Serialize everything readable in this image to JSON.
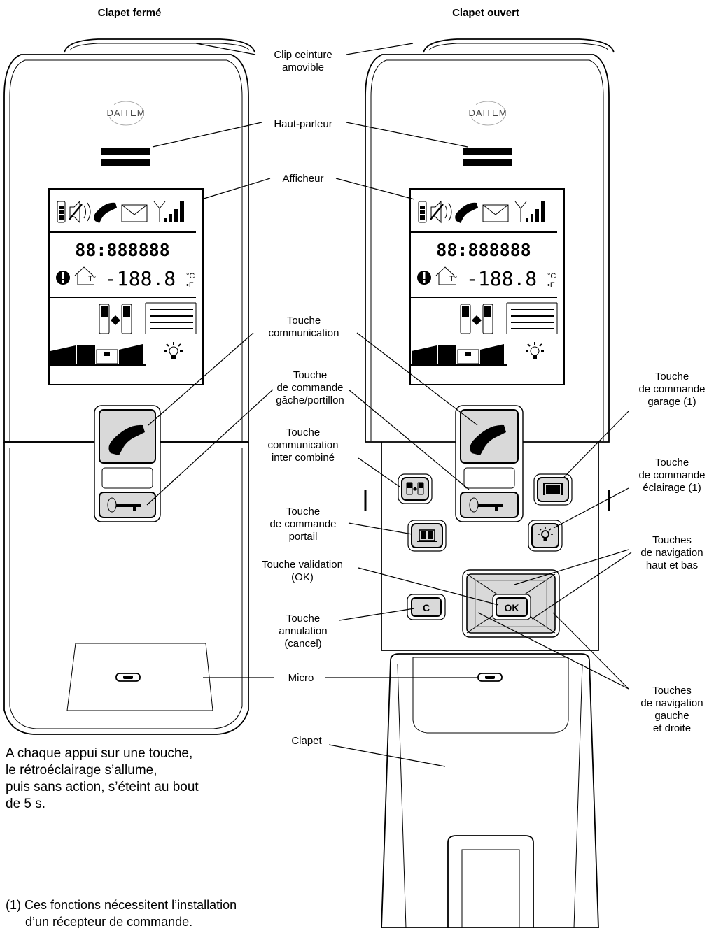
{
  "titles": {
    "closed": "Clapet fermé",
    "open": "Clapet ouvert"
  },
  "brand": "DAITEM",
  "display": {
    "digits": "88:888888",
    "temperature": "-188.8",
    "unit_c": "°C",
    "unit_f": "•F",
    "house_label": "T°"
  },
  "keys": {
    "ok": "OK",
    "cancel": "C"
  },
  "labels": {
    "clip": [
      "Clip ceinture",
      "amovible"
    ],
    "speaker": [
      "Haut-parleur"
    ],
    "display": [
      "Afficheur"
    ],
    "communication": [
      "Touche",
      "communication"
    ],
    "latch": [
      "Touche",
      "de commande",
      "gâche/portillon"
    ],
    "intercom": [
      "Touche",
      "communication",
      "inter combiné"
    ],
    "gate": [
      "Touche",
      "de commande",
      "portail"
    ],
    "validation": [
      "Touche validation",
      "(OK)"
    ],
    "cancel": [
      "Touche",
      "annulation",
      "(cancel)"
    ],
    "micro": [
      "Micro"
    ],
    "flap": [
      "Clapet"
    ],
    "garage": [
      "Touche",
      "de commande",
      "garage (1)"
    ],
    "lighting": [
      "Touche",
      "de commande",
      "éclairage (1)"
    ],
    "nav_updown": [
      "Touches",
      "de navigation",
      "haut et bas"
    ],
    "nav_leftright": [
      "Touches",
      "de navigation",
      "gauche",
      "et droite"
    ]
  },
  "note": [
    "A chaque appui sur une touche,",
    "le rétroéclairage s’allume,",
    "puis sans action, s’éteint au bout",
    "de 5 s."
  ],
  "footnote": [
    "(1) Ces fonctions nécessitent l’installation",
    "d’un récepteur de commande."
  ]
}
